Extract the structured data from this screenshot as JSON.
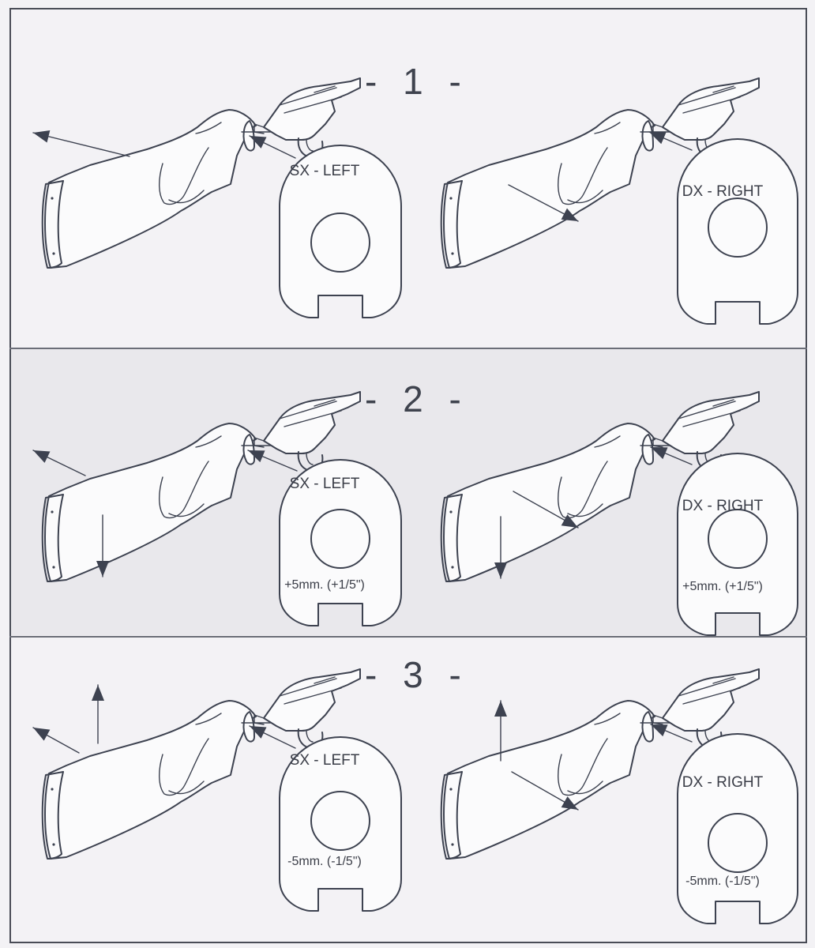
{
  "steps": [
    {
      "number": "- 1 -",
      "left_plate": {
        "label": "SX - LEFT",
        "adjustment": ""
      },
      "right_plate": {
        "label": "DX - RIGHT",
        "adjustment": ""
      }
    },
    {
      "number": "- 2 -",
      "left_plate": {
        "label": "SX - LEFT",
        "adjustment": "+5mm. (+1/5\")"
      },
      "right_plate": {
        "label": "DX - RIGHT",
        "adjustment": "+5mm. (+1/5\")"
      }
    },
    {
      "number": "- 3 -",
      "left_plate": {
        "label": "SX - LEFT",
        "adjustment": "-5mm. (-1/5\")"
      },
      "right_plate": {
        "label": "DX - RIGHT",
        "adjustment": "-5mm. (-1/5\")"
      }
    }
  ],
  "colors": {
    "ink": "#3d4250",
    "paper": "#f3f2f5",
    "shaded_panel": "#e9e8ec"
  },
  "icons": {
    "stock": "shotgun-stock-icon",
    "receiver": "receiver-icon",
    "plate": "drop-plate-icon",
    "arrow": "arrow-icon"
  }
}
